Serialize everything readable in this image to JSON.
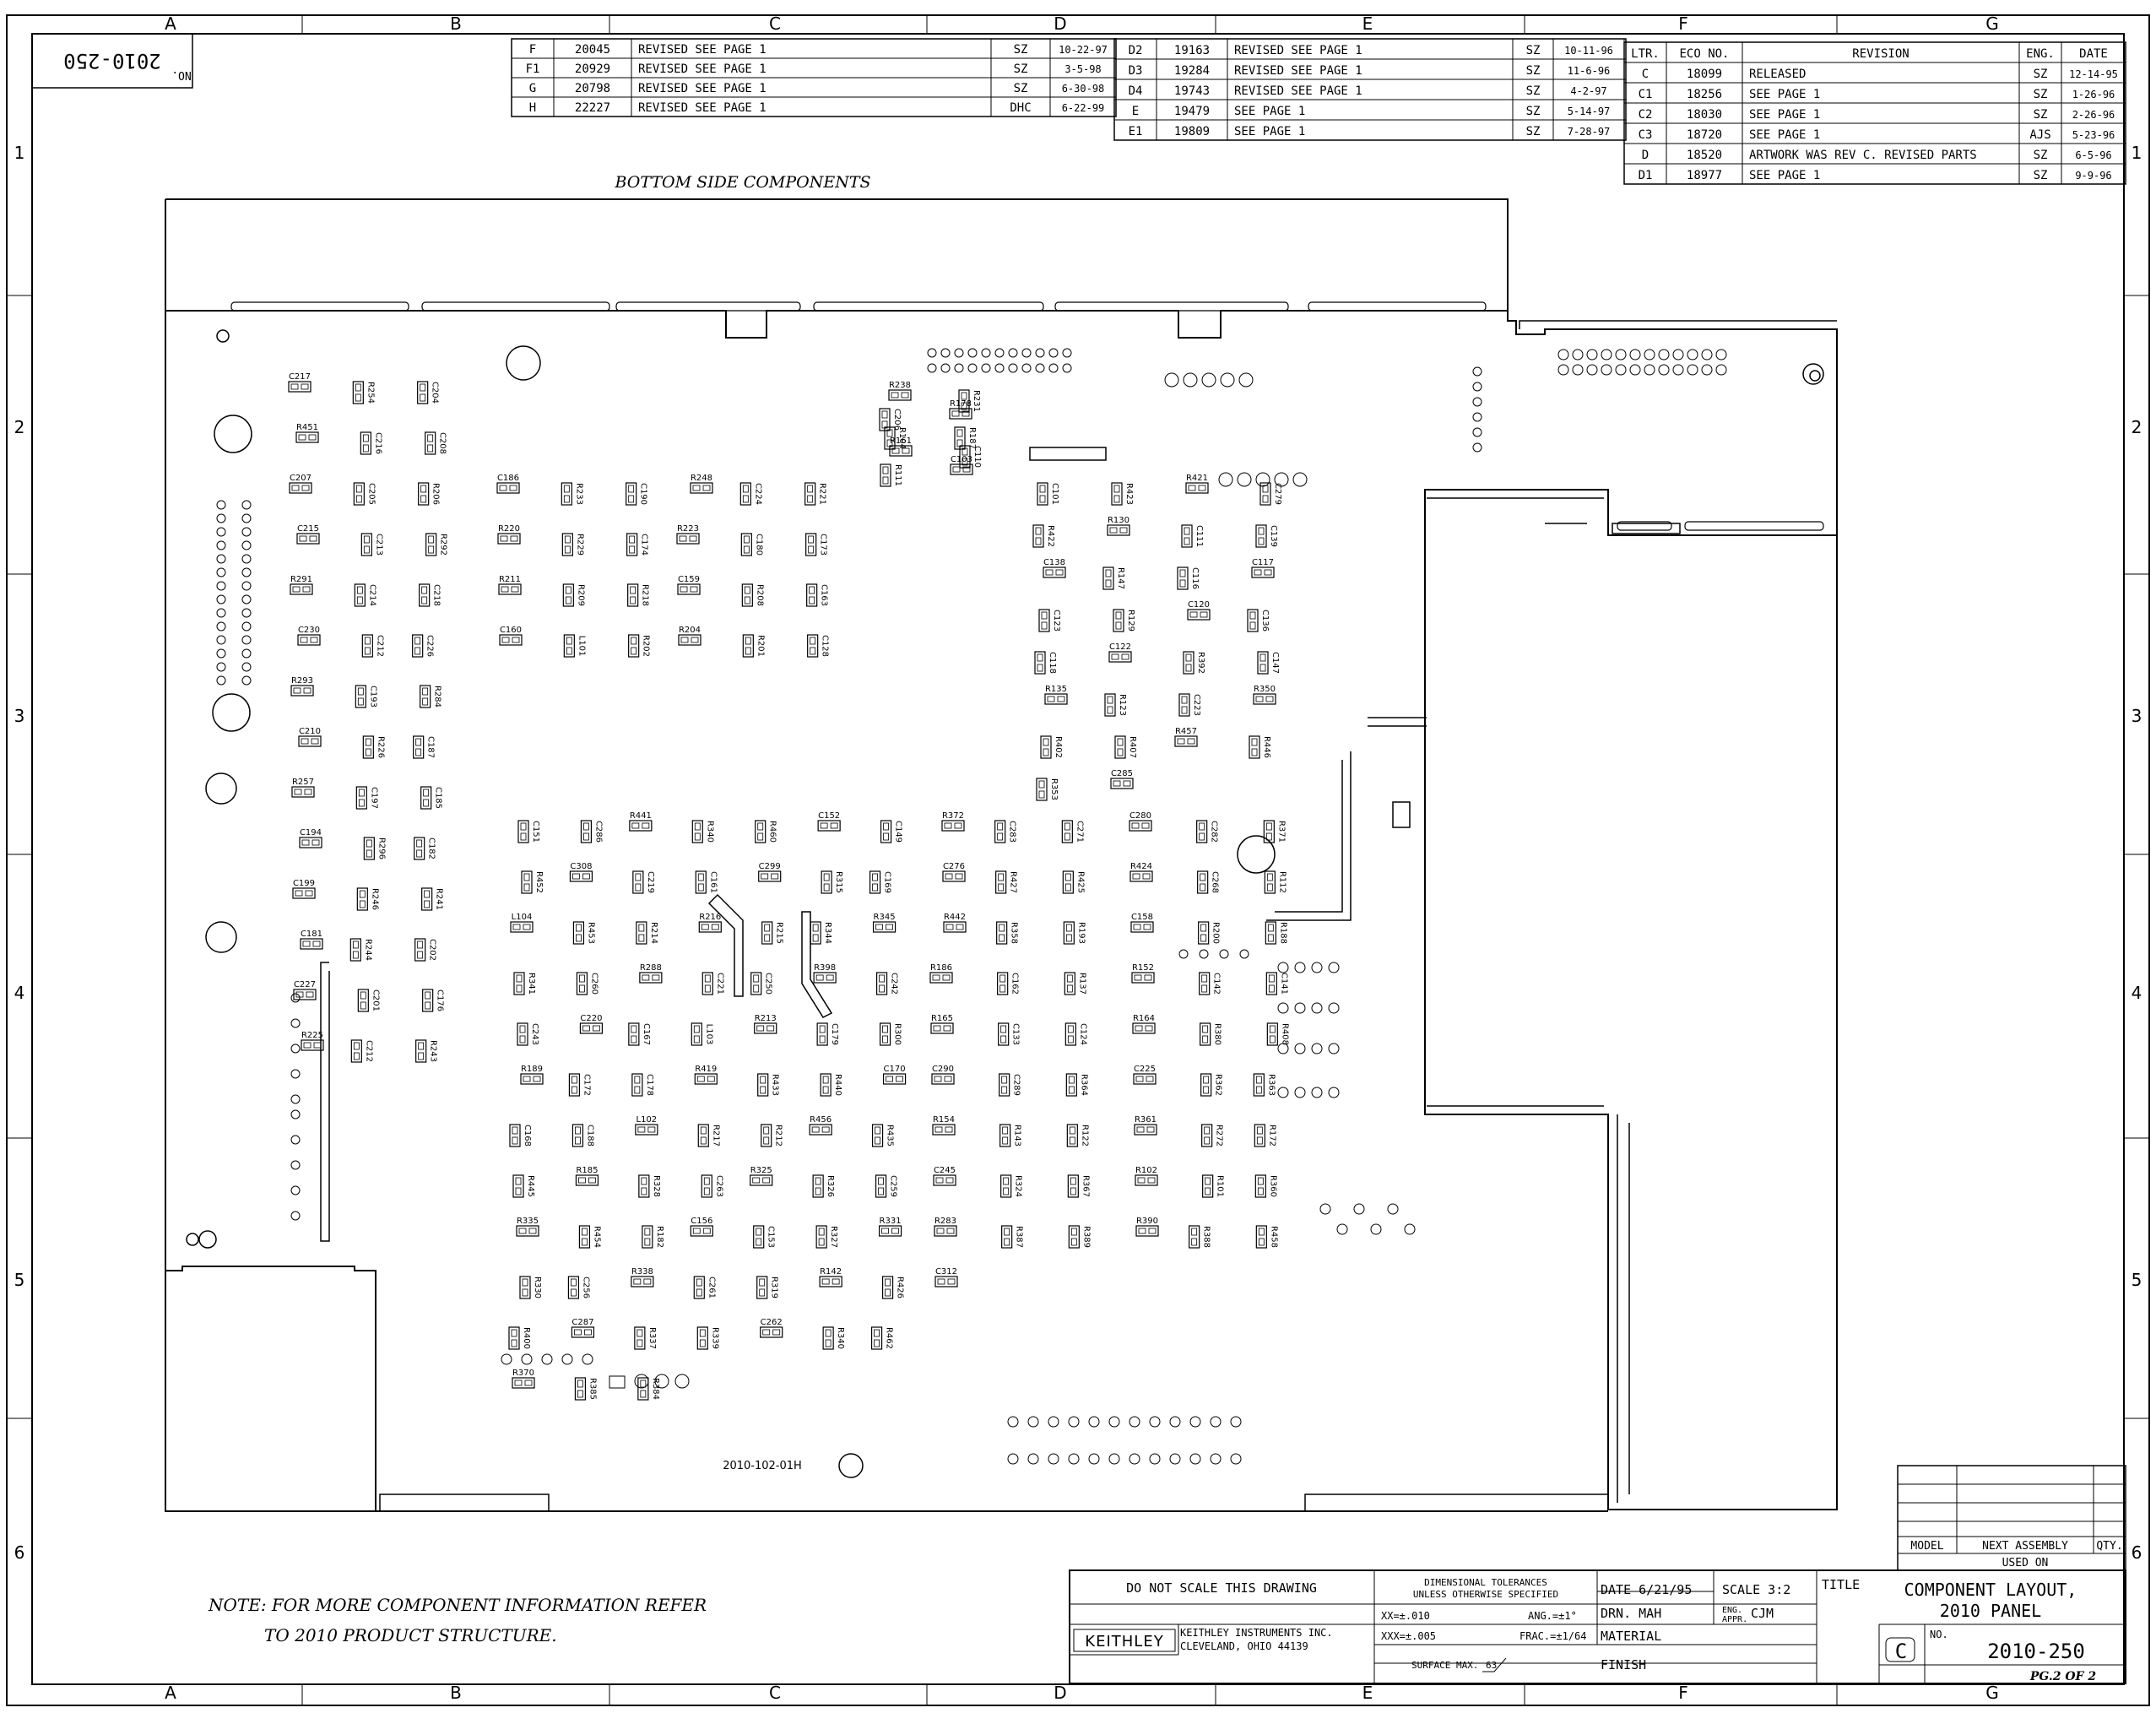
{
  "zone_columns": [
    "A",
    "B",
    "C",
    "D",
    "E",
    "F",
    "G"
  ],
  "zone_rows": [
    "1",
    "2",
    "3",
    "4",
    "5",
    "6"
  ],
  "corner_number": {
    "label": "NO.",
    "value": "2010-250"
  },
  "revision_header": {
    "ltr": "LTR.",
    "eco": "ECO NO.",
    "revision": "REVISION",
    "eng": "ENG.",
    "date": "DATE"
  },
  "revisions_left": [
    {
      "ltr": "F",
      "eco": "20045",
      "desc": "REVISED SEE PAGE 1",
      "eng": "SZ",
      "date": "10-22-97"
    },
    {
      "ltr": "F1",
      "eco": "20929",
      "desc": "REVISED SEE PAGE 1",
      "eng": "SZ",
      "date": "3-5-98"
    },
    {
      "ltr": "G",
      "eco": "20798",
      "desc": "REVISED SEE PAGE 1",
      "eng": "SZ",
      "date": "6-30-98"
    },
    {
      "ltr": "H",
      "eco": "22227",
      "desc": "REVISED SEE PAGE 1",
      "eng": "DHC",
      "date": "6-22-99"
    }
  ],
  "revisions_mid": [
    {
      "ltr": "D2",
      "eco": "19163",
      "desc": "REVISED SEE PAGE 1",
      "eng": "SZ",
      "date": "10-11-96"
    },
    {
      "ltr": "D3",
      "eco": "19284",
      "desc": "REVISED SEE PAGE 1",
      "eng": "SZ",
      "date": "11-6-96"
    },
    {
      "ltr": "D4",
      "eco": "19743",
      "desc": "REVISED SEE PAGE 1",
      "eng": "SZ",
      "date": "4-2-97"
    },
    {
      "ltr": "E",
      "eco": "19479",
      "desc": "SEE PAGE 1",
      "eng": "SZ",
      "date": "5-14-97"
    },
    {
      "ltr": "E1",
      "eco": "19809",
      "desc": "SEE PAGE 1",
      "eng": "SZ",
      "date": "7-28-97"
    }
  ],
  "revisions_right": [
    {
      "ltr": "C",
      "eco": "18099",
      "desc": "RELEASED",
      "eng": "SZ",
      "date": "12-14-95"
    },
    {
      "ltr": "C1",
      "eco": "18256",
      "desc": "SEE PAGE 1",
      "eng": "SZ",
      "date": "1-26-96"
    },
    {
      "ltr": "C2",
      "eco": "18030",
      "desc": "SEE PAGE 1",
      "eng": "SZ",
      "date": "2-26-96"
    },
    {
      "ltr": "C3",
      "eco": "18720",
      "desc": "SEE PAGE 1",
      "eng": "AJS",
      "date": "5-23-96"
    },
    {
      "ltr": "D",
      "eco": "18520",
      "desc": "ARTWORK WAS REV C. REVISED PARTS",
      "eng": "SZ",
      "date": "6-5-96"
    },
    {
      "ltr": "D1",
      "eco": "18977",
      "desc": "SEE PAGE 1",
      "eng": "SZ",
      "date": "9-9-96"
    }
  ],
  "drawing": {
    "heading": "BOTTOM SIDE COMPONENTS",
    "board_label": "2010-102-01H",
    "note_line1": "NOTE: FOR MORE COMPONENT INFORMATION REFER",
    "note_line2": "TO 2010 PRODUCT STRUCTURE."
  },
  "components": [
    {
      "ref": "C217"
    },
    {
      "ref": "R254"
    },
    {
      "ref": "C204"
    },
    {
      "ref": "R451"
    },
    {
      "ref": "C216"
    },
    {
      "ref": "C208"
    },
    {
      "ref": "C207"
    },
    {
      "ref": "C205"
    },
    {
      "ref": "R206"
    },
    {
      "ref": "C215"
    },
    {
      "ref": "C213"
    },
    {
      "ref": "R292"
    },
    {
      "ref": "R291"
    },
    {
      "ref": "C214"
    },
    {
      "ref": "C218"
    },
    {
      "ref": "C230"
    },
    {
      "ref": "C212"
    },
    {
      "ref": "C226"
    },
    {
      "ref": "R293"
    },
    {
      "ref": "C193"
    },
    {
      "ref": "R284"
    },
    {
      "ref": "C210"
    },
    {
      "ref": "R226"
    },
    {
      "ref": "C187"
    },
    {
      "ref": "R257"
    },
    {
      "ref": "C197"
    },
    {
      "ref": "C185"
    },
    {
      "ref": "C194"
    },
    {
      "ref": "R296"
    },
    {
      "ref": "C182"
    },
    {
      "ref": "C199"
    },
    {
      "ref": "R246"
    },
    {
      "ref": "R241"
    },
    {
      "ref": "C181"
    },
    {
      "ref": "R244"
    },
    {
      "ref": "C202"
    },
    {
      "ref": "C227"
    },
    {
      "ref": "C201"
    },
    {
      "ref": "C176"
    },
    {
      "ref": "R225"
    },
    {
      "ref": "C212"
    },
    {
      "ref": "R243"
    },
    {
      "ref": "C186"
    },
    {
      "ref": "R233"
    },
    {
      "ref": "C190"
    },
    {
      "ref": "R248"
    },
    {
      "ref": "C224"
    },
    {
      "ref": "R221"
    },
    {
      "ref": "R220"
    },
    {
      "ref": "R229"
    },
    {
      "ref": "C174"
    },
    {
      "ref": "R223"
    },
    {
      "ref": "C180"
    },
    {
      "ref": "C173"
    },
    {
      "ref": "R211"
    },
    {
      "ref": "R209"
    },
    {
      "ref": "R218"
    },
    {
      "ref": "C159"
    },
    {
      "ref": "R208"
    },
    {
      "ref": "C163"
    },
    {
      "ref": "C160"
    },
    {
      "ref": "L101"
    },
    {
      "ref": "R202"
    },
    {
      "ref": "R204"
    },
    {
      "ref": "R201"
    },
    {
      "ref": "C128"
    },
    {
      "ref": "R238"
    },
    {
      "ref": "R231"
    },
    {
      "ref": "C206"
    },
    {
      "ref": "R178"
    },
    {
      "ref": "R104"
    },
    {
      "ref": "R187"
    },
    {
      "ref": "R161"
    },
    {
      "ref": "C110"
    },
    {
      "ref": "R111"
    },
    {
      "ref": "C103"
    },
    {
      "ref": "C101"
    },
    {
      "ref": "R423"
    },
    {
      "ref": "R421"
    },
    {
      "ref": "C279"
    },
    {
      "ref": "R422"
    },
    {
      "ref": "R130"
    },
    {
      "ref": "C111"
    },
    {
      "ref": "C139"
    },
    {
      "ref": "C138"
    },
    {
      "ref": "R147"
    },
    {
      "ref": "C116"
    },
    {
      "ref": "C117"
    },
    {
      "ref": "C123"
    },
    {
      "ref": "R129"
    },
    {
      "ref": "C120"
    },
    {
      "ref": "C136"
    },
    {
      "ref": "C118"
    },
    {
      "ref": "C122"
    },
    {
      "ref": "R392"
    },
    {
      "ref": "C147"
    },
    {
      "ref": "R135"
    },
    {
      "ref": "R123"
    },
    {
      "ref": "C223"
    },
    {
      "ref": "R350"
    },
    {
      "ref": "R402"
    },
    {
      "ref": "R407"
    },
    {
      "ref": "R457"
    },
    {
      "ref": "R446"
    },
    {
      "ref": "R353"
    },
    {
      "ref": "C285"
    },
    {
      "ref": "C151"
    },
    {
      "ref": "C286"
    },
    {
      "ref": "R441"
    },
    {
      "ref": "R340"
    },
    {
      "ref": "R460"
    },
    {
      "ref": "C152"
    },
    {
      "ref": "C149"
    },
    {
      "ref": "R452"
    },
    {
      "ref": "C308"
    },
    {
      "ref": "C219"
    },
    {
      "ref": "C161"
    },
    {
      "ref": "C299"
    },
    {
      "ref": "R315"
    },
    {
      "ref": "C169"
    },
    {
      "ref": "L104"
    },
    {
      "ref": "R453"
    },
    {
      "ref": "R214"
    },
    {
      "ref": "R216"
    },
    {
      "ref": "R215"
    },
    {
      "ref": "R344"
    },
    {
      "ref": "R345"
    },
    {
      "ref": "R341"
    },
    {
      "ref": "C260"
    },
    {
      "ref": "R288"
    },
    {
      "ref": "C221"
    },
    {
      "ref": "C250"
    },
    {
      "ref": "R398"
    },
    {
      "ref": "C242"
    },
    {
      "ref": "C243"
    },
    {
      "ref": "C220"
    },
    {
      "ref": "C167"
    },
    {
      "ref": "L103"
    },
    {
      "ref": "R213"
    },
    {
      "ref": "C179"
    },
    {
      "ref": "R300"
    },
    {
      "ref": "R189"
    },
    {
      "ref": "C172"
    },
    {
      "ref": "C178"
    },
    {
      "ref": "R419"
    },
    {
      "ref": "R433"
    },
    {
      "ref": "R440"
    },
    {
      "ref": "C170"
    },
    {
      "ref": "C168"
    },
    {
      "ref": "C188"
    },
    {
      "ref": "L102"
    },
    {
      "ref": "R217"
    },
    {
      "ref": "R212"
    },
    {
      "ref": "R456"
    },
    {
      "ref": "R435"
    },
    {
      "ref": "R445"
    },
    {
      "ref": "R185"
    },
    {
      "ref": "R328"
    },
    {
      "ref": "C263"
    },
    {
      "ref": "R325"
    },
    {
      "ref": "R326"
    },
    {
      "ref": "C259"
    },
    {
      "ref": "R335"
    },
    {
      "ref": "R454"
    },
    {
      "ref": "R182"
    },
    {
      "ref": "C156"
    },
    {
      "ref": "C153"
    },
    {
      "ref": "R327"
    },
    {
      "ref": "R331"
    },
    {
      "ref": "R330"
    },
    {
      "ref": "C256"
    },
    {
      "ref": "R338"
    },
    {
      "ref": "C261"
    },
    {
      "ref": "R319"
    },
    {
      "ref": "R142"
    },
    {
      "ref": "R426"
    },
    {
      "ref": "R400"
    },
    {
      "ref": "C287"
    },
    {
      "ref": "R337"
    },
    {
      "ref": "R339"
    },
    {
      "ref": "C262"
    },
    {
      "ref": "R340"
    },
    {
      "ref": "R462"
    },
    {
      "ref": "R370"
    },
    {
      "ref": "R385"
    },
    {
      "ref": "R384"
    },
    {
      "ref": "R372"
    },
    {
      "ref": "C283"
    },
    {
      "ref": "C271"
    },
    {
      "ref": "C280"
    },
    {
      "ref": "C282"
    },
    {
      "ref": "R371"
    },
    {
      "ref": "C276"
    },
    {
      "ref": "R427"
    },
    {
      "ref": "R425"
    },
    {
      "ref": "R424"
    },
    {
      "ref": "C268"
    },
    {
      "ref": "R112"
    },
    {
      "ref": "R442"
    },
    {
      "ref": "R358"
    },
    {
      "ref": "R193"
    },
    {
      "ref": "C158"
    },
    {
      "ref": "R200"
    },
    {
      "ref": "R188"
    },
    {
      "ref": "R186"
    },
    {
      "ref": "C162"
    },
    {
      "ref": "R137"
    },
    {
      "ref": "R152"
    },
    {
      "ref": "C142"
    },
    {
      "ref": "C141"
    },
    {
      "ref": "R165"
    },
    {
      "ref": "C133"
    },
    {
      "ref": "C124"
    },
    {
      "ref": "R164"
    },
    {
      "ref": "R380"
    },
    {
      "ref": "R408"
    },
    {
      "ref": "C290"
    },
    {
      "ref": "C289"
    },
    {
      "ref": "R364"
    },
    {
      "ref": "C225"
    },
    {
      "ref": "R362"
    },
    {
      "ref": "R363"
    },
    {
      "ref": "R154"
    },
    {
      "ref": "R143"
    },
    {
      "ref": "R122"
    },
    {
      "ref": "R361"
    },
    {
      "ref": "R272"
    },
    {
      "ref": "R172"
    },
    {
      "ref": "C245"
    },
    {
      "ref": "R324"
    },
    {
      "ref": "R367"
    },
    {
      "ref": "R102"
    },
    {
      "ref": "R101"
    },
    {
      "ref": "R360"
    },
    {
      "ref": "R283"
    },
    {
      "ref": "R387"
    },
    {
      "ref": "R389"
    },
    {
      "ref": "R390"
    },
    {
      "ref": "R388"
    },
    {
      "ref": "R458"
    },
    {
      "ref": "C312"
    }
  ],
  "used_on": {
    "heading": "USED ON",
    "cols": [
      "MODEL",
      "NEXT ASSEMBLY",
      "QTY."
    ]
  },
  "title_block": {
    "do_not_scale": "DO NOT SCALE THIS DRAWING",
    "tol_line1": "DIMENSIONAL TOLERANCES",
    "tol_line2": "UNLESS OTHERWISE SPECIFIED",
    "xx": "XX=±.010",
    "ang": "ANG.=±1°",
    "xxx": "XXX=±.005",
    "frac": "FRAC.=±1/64",
    "surface": "SURFACE MAX.",
    "surface_val": "63",
    "company_logo": "KEITHLEY",
    "company_name": "KEITHLEY INSTRUMENTS INC.",
    "company_city": "CLEVELAND, OHIO 44139",
    "date": "DATE 6/21/95",
    "scale": "SCALE 3:2",
    "drn": "DRN. MAH",
    "eng_appr_label1": "ENG.",
    "eng_appr_label2": "APPR.",
    "eng_appr_val": "CJM",
    "material": "MATERIAL",
    "finish": "FINISH",
    "title_label": "TITLE",
    "title_line1": "COMPONENT LAYOUT,",
    "title_line2": "2010 PANEL",
    "rev": "C",
    "no_label": "NO.",
    "number": "2010-250",
    "page": "PG.2 OF 2"
  }
}
